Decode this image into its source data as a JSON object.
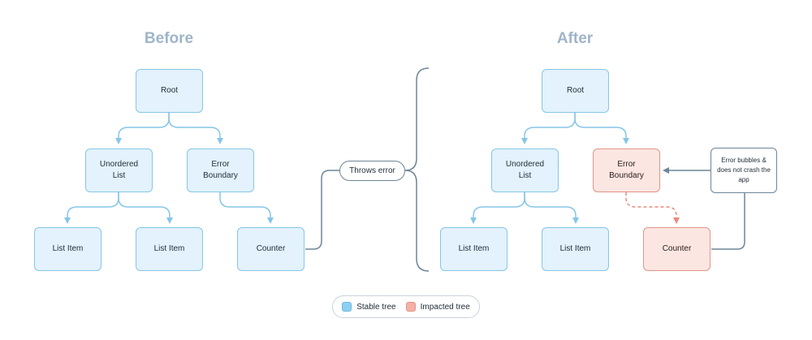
{
  "titles": {
    "before": "Before",
    "after": "After"
  },
  "before": {
    "root": "Root",
    "unordered_list": "Unordered List",
    "error_boundary": "Error Boundary",
    "list_item_1": "List Item",
    "list_item_2": "List Item",
    "counter": "Counter"
  },
  "throws_error": "Throws error",
  "after": {
    "root": "Root",
    "unordered_list": "Unordered List",
    "error_boundary": "Error Boundary",
    "list_item_1": "List Item",
    "list_item_2": "List Item",
    "counter": "Counter"
  },
  "note": "Error bubbles & does not crash the app",
  "legend": {
    "stable": "Stable tree",
    "impacted": "Impacted tree"
  },
  "colors": {
    "stable_fill": "#e3f2fc",
    "stable_border": "#86c6e8",
    "impacted_fill": "#fbe6e2",
    "impacted_border": "#e39488",
    "neutral_line": "#6e8597",
    "title": "#9fb5c9"
  }
}
